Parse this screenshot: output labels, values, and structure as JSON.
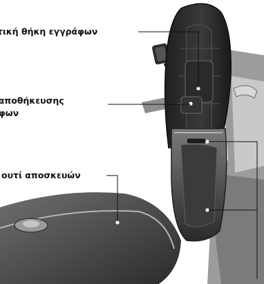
{
  "labels": {
    "document_holder": "τική θήκη εγγράφων",
    "storage_line1": "ς αποθήκευσης",
    "storage_line2": "φων",
    "luggage_box": "ουτί αποσκευών"
  },
  "colors": {
    "background": "#ffffff",
    "label_text": "#111111",
    "leader_line": "#111111",
    "seat_dark": "#2e2e2e",
    "seat_light": "#8a8a8a"
  }
}
